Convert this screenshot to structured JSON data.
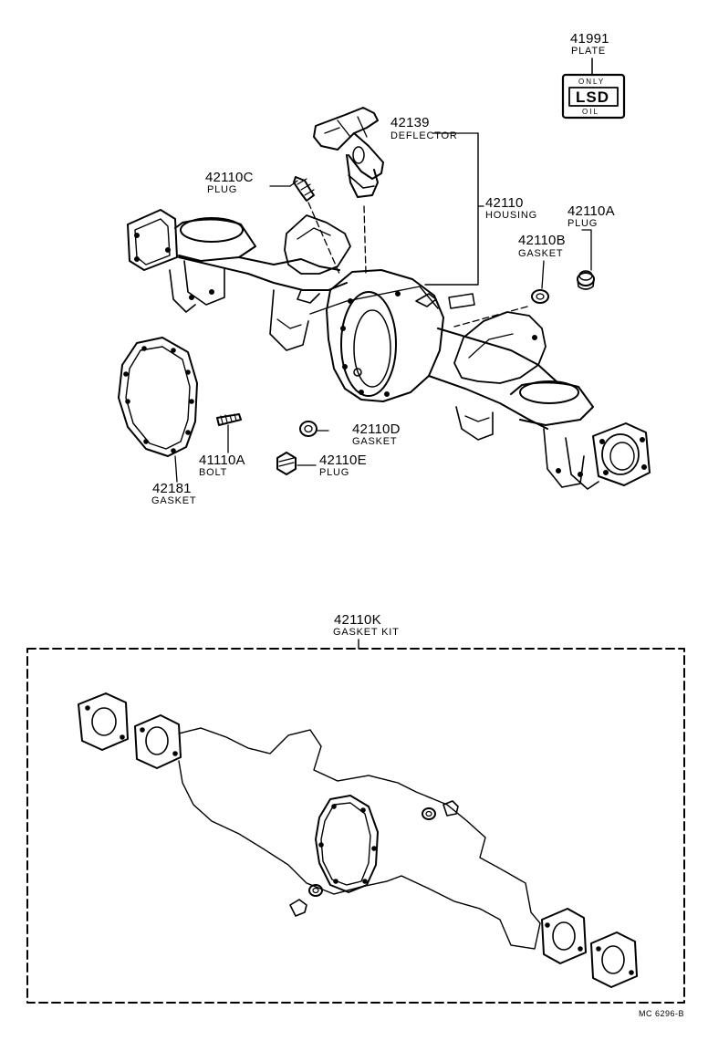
{
  "parts": {
    "p41991": {
      "number": "41991",
      "name": "PLATE"
    },
    "p42139": {
      "number": "42139",
      "name": "DEFLECTOR"
    },
    "p42110C": {
      "number": "42110C",
      "name": "PLUG"
    },
    "p42110": {
      "number": "42110",
      "name": "HOUSING"
    },
    "p42110A": {
      "number": "42110A",
      "name": "PLUG"
    },
    "p42110B": {
      "number": "42110B",
      "name": "GASKET"
    },
    "p42110D": {
      "number": "42110D",
      "name": "GASKET"
    },
    "p41110A": {
      "number": "41110A",
      "name": "BOLT"
    },
    "p42110E": {
      "number": "42110E",
      "name": "PLUG"
    },
    "p42181": {
      "number": "42181",
      "name": "GASKET"
    },
    "p42110K": {
      "number": "42110K",
      "name": "GASKET KIT"
    }
  },
  "plate": {
    "top_text": "ONLY",
    "center_text": "LSD",
    "bottom_text": "OIL"
  },
  "footer": {
    "code": "MC 6296-B"
  }
}
